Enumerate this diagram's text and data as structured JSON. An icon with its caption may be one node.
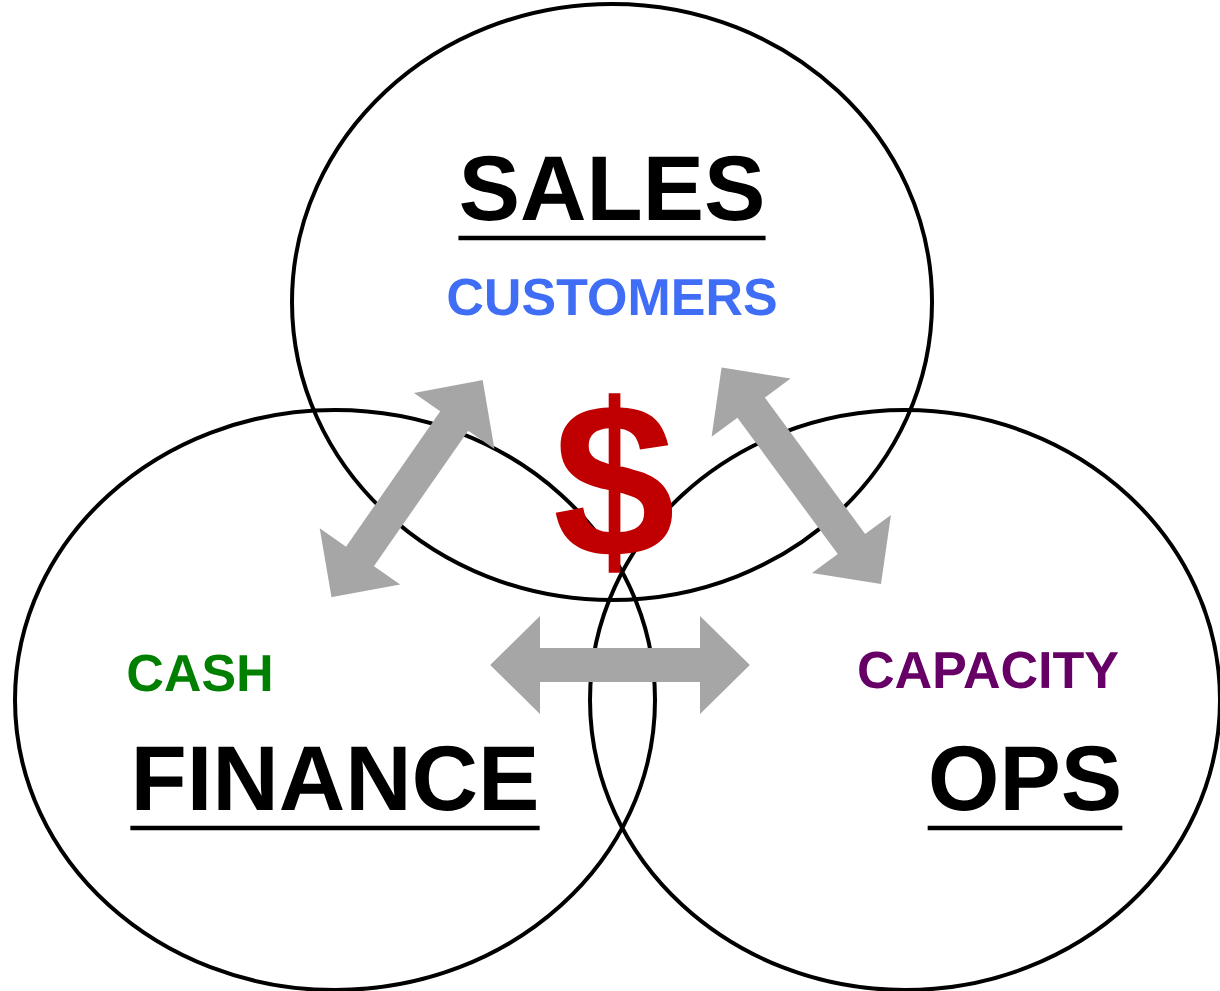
{
  "diagram": {
    "nodes": [
      {
        "text": [
          "SALES",
          "CUSTOMERS"
        ]
      },
      {
        "text": [
          "CASH",
          "FINANCE"
        ]
      },
      {
        "text": [
          "CAPACITY",
          "OPS"
        ]
      }
    ],
    "edges": [
      {
        "from": 0,
        "to": 1,
        "arrow": "both"
      },
      {
        "from": 0,
        "to": 2,
        "arrow": "both"
      },
      {
        "from": 1,
        "to": 2,
        "arrow": "both"
      }
    ],
    "labels": [
      "$"
    ]
  }
}
